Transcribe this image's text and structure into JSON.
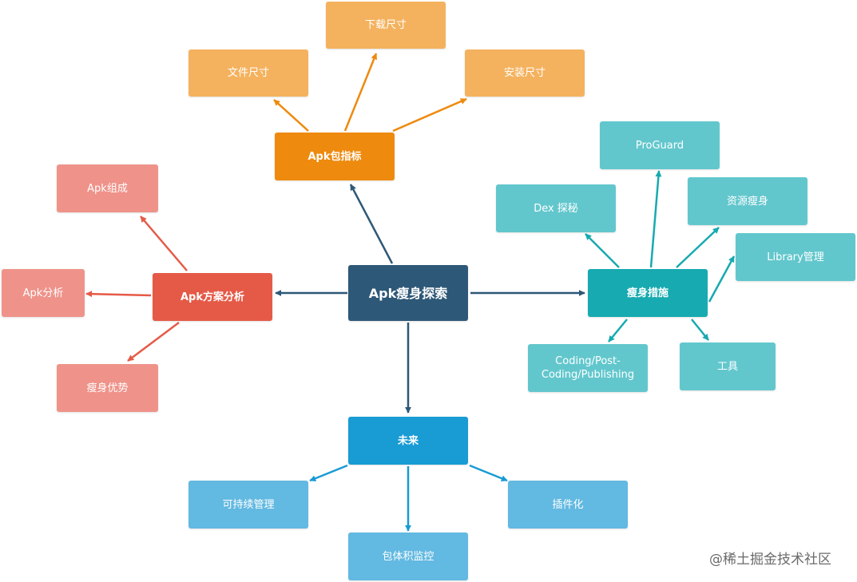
{
  "root": {
    "label": "Apk瘦身探索"
  },
  "branches": {
    "metrics": {
      "label": "Apk包指标",
      "children": [
        "下载尺寸",
        "文件尺寸",
        "安装尺寸"
      ]
    },
    "analysis": {
      "label": "Apk方案分析",
      "children": [
        "Apk组成",
        "Apk分析",
        "瘦身优势"
      ]
    },
    "measures": {
      "label": "瘦身措施",
      "children": [
        "ProGuard",
        "Dex 探秘",
        "资源瘦身",
        "Library管理",
        "Coding/Post-Coding/Publishing",
        "工具"
      ]
    },
    "future": {
      "label": "未来",
      "children": [
        "可持续管理",
        "包体积监控",
        "插件化"
      ]
    }
  },
  "colors": {
    "root": "#2e5877",
    "metrics": "#ee8a0e",
    "metrics_sub": "#f4b25e",
    "analysis": "#e55a47",
    "analysis_sub": "#ef938a",
    "measures": "#17aab0",
    "measures_sub": "#62c7cd",
    "future": "#199bd4",
    "future_sub": "#62b9e1"
  },
  "watermark": "@稀土掘金技术社区"
}
